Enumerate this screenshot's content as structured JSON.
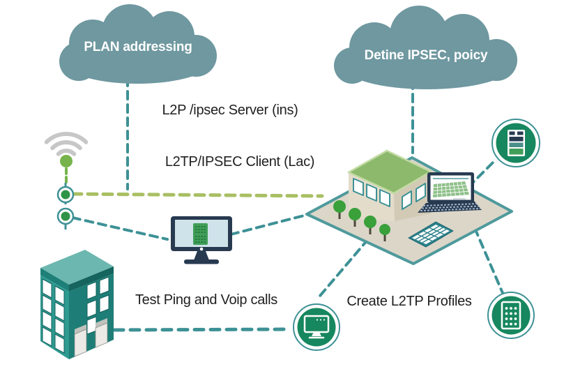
{
  "title": "L2TP over IPsec VPN setup diagram",
  "colors": {
    "cloud": "#6f98a0",
    "teal_line": "#3d9195",
    "green_line": "#a8bf63",
    "badge_green": "#17875f",
    "node_green": "#2f9447",
    "navy": "#273a50",
    "screen_blue": "#cfe3ea",
    "doc_green": "#3f9e57",
    "doc_row": "#1e6e3c",
    "bldg_front": "#2f9a90",
    "bldg_side": "#1e7e77",
    "bldg_top": "#6cb8b0",
    "bldg_band": "#1d7f78",
    "bldg_band_dark": "#15645e",
    "platform_fill": "#dcd6c9",
    "platform_edge": "#4f9a9c",
    "roof_green": "#8cb96c",
    "roof_rim": "#c3dba4",
    "wall_light": "#e3dcca",
    "wall_dark": "#d2cab5",
    "tree_green": "#3aa03a",
    "trunk": "#4a4a3a",
    "wifi_gray": "#c7c7c7",
    "wifi_green": "#76b44b",
    "grid_teal": "#2a7f88",
    "key_light": "#9fb3c8",
    "lintel_gray": "#bfc2bc",
    "door_white": "#eceae6",
    "laptop_screen_green": "#8fc08a",
    "rack_bar_teal": "#4b8f8a",
    "text_dark": "#1f1f1f"
  },
  "clouds": {
    "plan": {
      "label": "PLAN addressing"
    },
    "ipsec": {
      "label": "Detine IPSEC, poicy"
    }
  },
  "labels": {
    "server": "L2P /ipsec Server (ins)",
    "client": "L2TP/IPSEC Client (Lac)",
    "test": "Test Ping and Voip calls",
    "create": "Create L2TP Profiles"
  },
  "icons": {
    "wifi": "wifi-signal-icon",
    "node_top": "network-node-icon",
    "node_bottom": "network-node-icon",
    "monitor": "desktop-monitor-with-server-icon",
    "office_building": "office-building-icon",
    "site": "campus-site-illustration",
    "site_building": "warehouse-building-icon",
    "laptop": "laptop-icon",
    "panel": "keypad-panel-icon",
    "badge_top_right": "server-rack-badge-icon",
    "badge_bottom_right": "keypad-badge-icon",
    "badge_bottom_middle": "monitor-badge-icon"
  }
}
